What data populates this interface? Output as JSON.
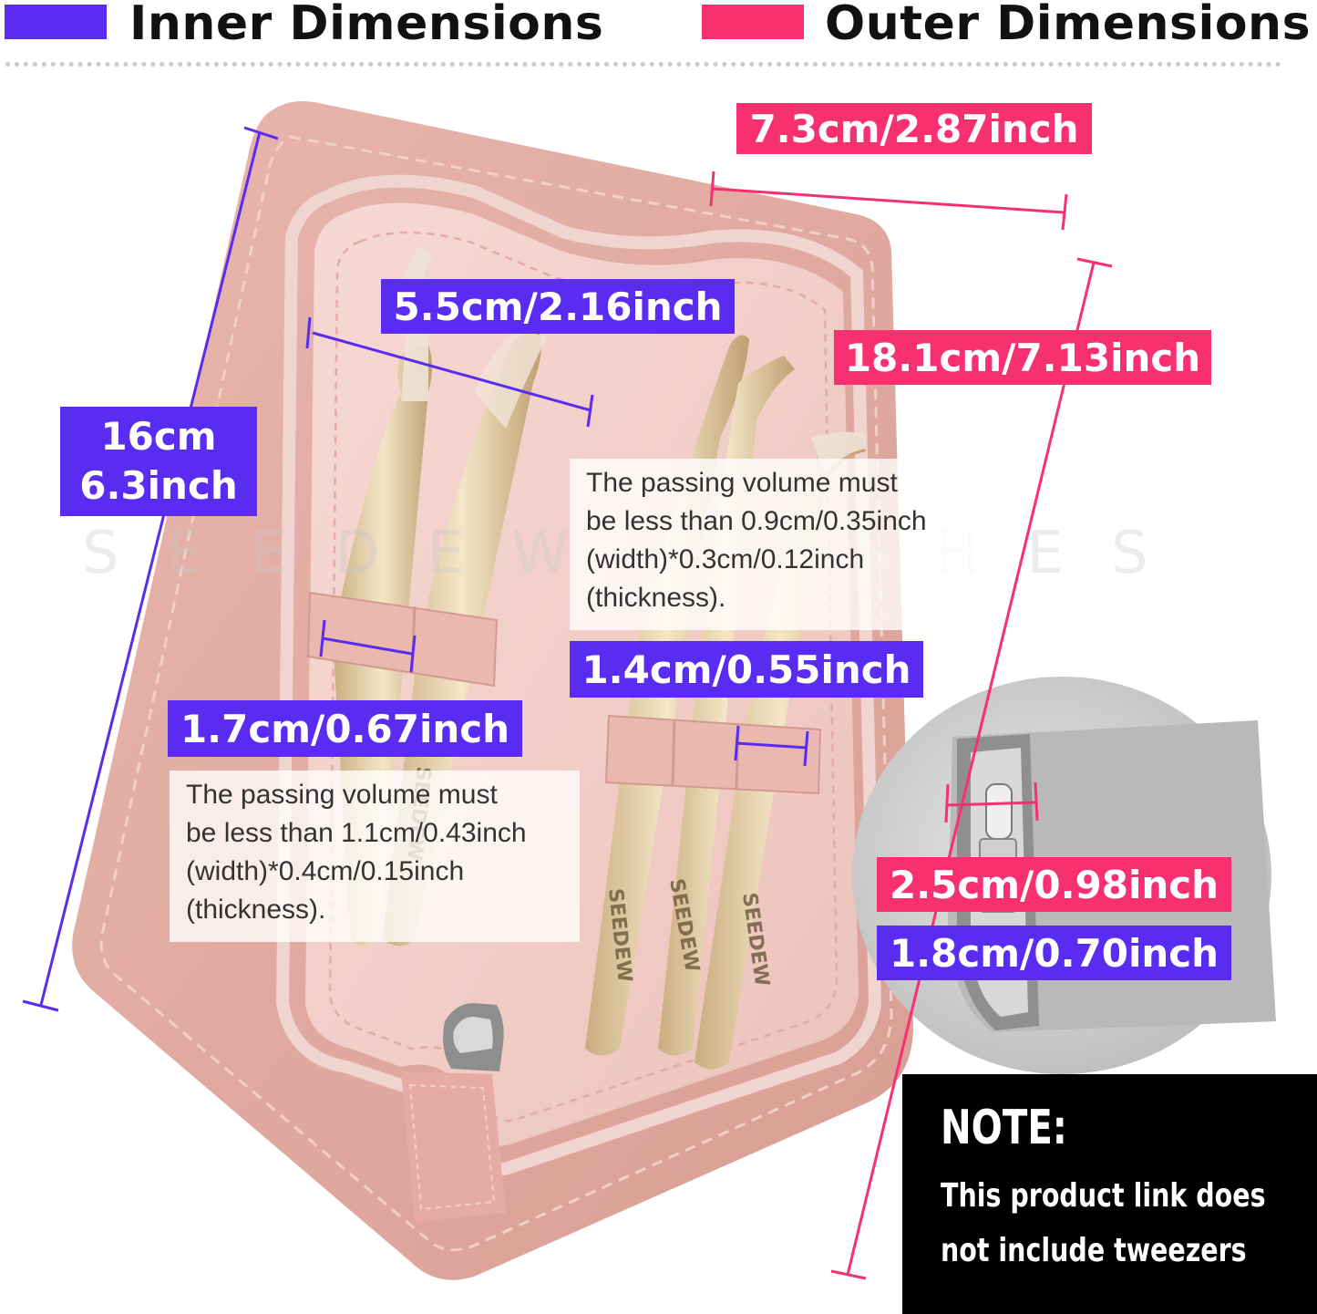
{
  "legend": {
    "inner_label": "Inner Dimensions",
    "outer_label": "Outer Dimensions",
    "inner_color": "#5a2cf2",
    "outer_color": "#f7306f"
  },
  "watermark": "SEEDEW LASHES",
  "dimensions": {
    "outer_width": "7.3cm/2.87inch",
    "inner_width": "5.5cm/2.16inch",
    "outer_length": "18.1cm/7.13inch",
    "inner_length_cm": "16cm",
    "inner_length_inch": "6.3inch",
    "right_strap": "1.4cm/0.55inch",
    "left_strap": "1.7cm/0.67inch",
    "outer_thickness": "2.5cm/0.98inch",
    "inner_thickness": "1.8cm/0.70inch"
  },
  "notes": {
    "right_strap": [
      "The passing volume must",
      "be less than 0.9cm/0.35inch",
      "(width)*0.3cm/0.12inch",
      "(thickness)."
    ],
    "left_strap": [
      "The passing volume must",
      "be less than 1.1cm/0.43inch",
      "(width)*0.4cm/0.15inch",
      "(thickness)."
    ]
  },
  "tweezer_brand": "SEEDEW",
  "disclaimer": {
    "heading": "NOTE:",
    "line1": "This product link does",
    "line2": "not include tweezers"
  }
}
